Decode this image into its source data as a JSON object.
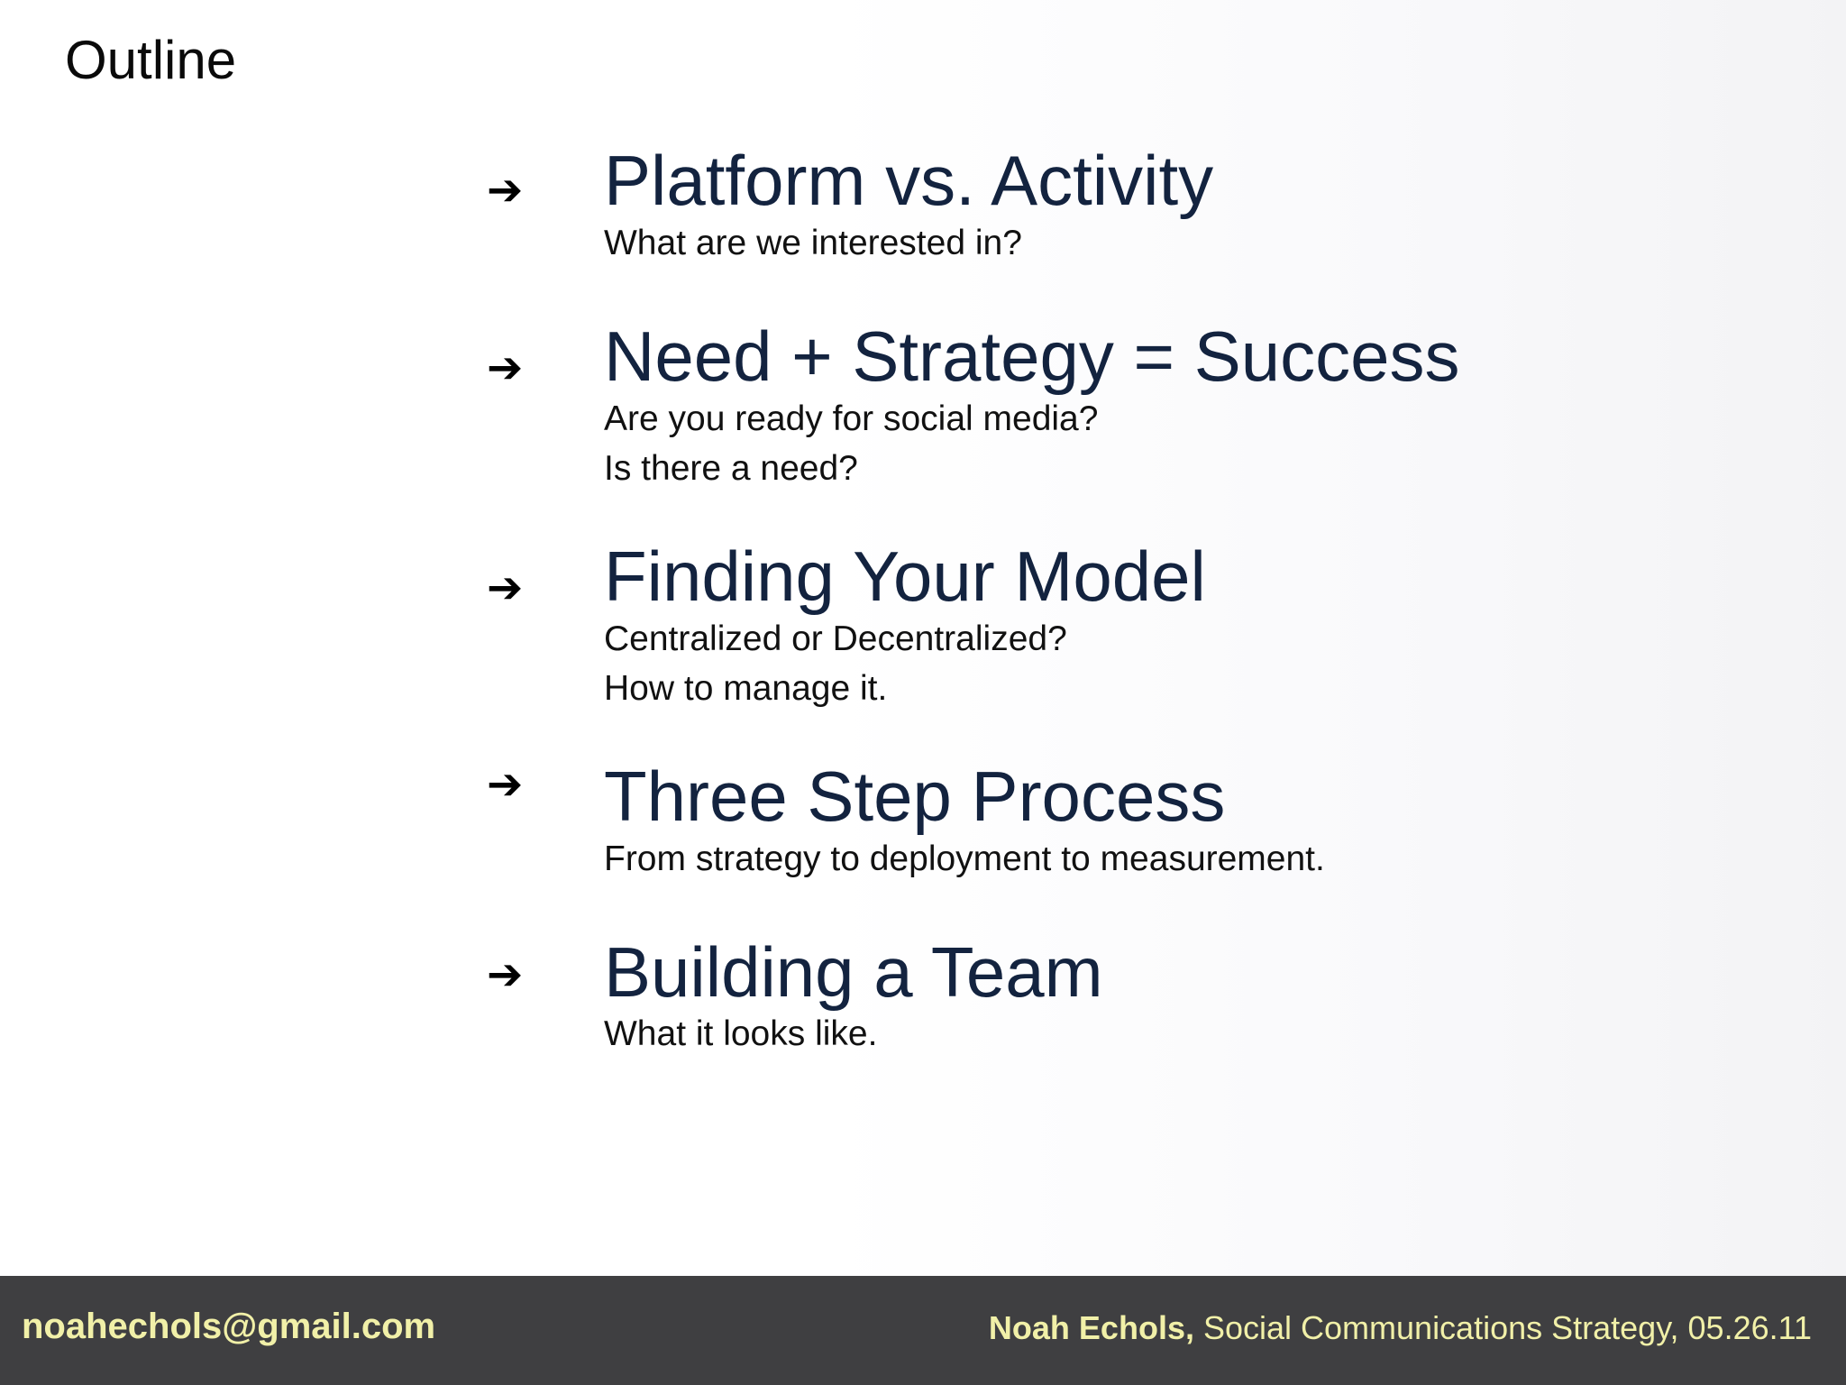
{
  "slide": {
    "title": "Outline",
    "arrow_glyph": "➔",
    "items": [
      {
        "heading": "Platform vs. Activity",
        "lines": [
          "What are we interested in?"
        ]
      },
      {
        "heading": "Need + Strategy = Success",
        "lines": [
          "Are you ready for social media?",
          "Is there a need?"
        ]
      },
      {
        "heading": "Finding Your Model",
        "lines": [
          "Centralized or Decentralized?",
          "How to manage it."
        ]
      },
      {
        "heading": "Three Step Process",
        "lines": [
          "From strategy to deployment to measurement."
        ]
      },
      {
        "heading": "Building a Team",
        "lines": [
          "What it looks like."
        ]
      }
    ]
  },
  "footer": {
    "email": "noahechols@gmail.com",
    "author": "Noah Echols,",
    "credit": " Social Communications Strategy, 05.26.11"
  },
  "colors": {
    "heading": "#13233f",
    "footer_bg": "#3f3f41",
    "footer_text": "#f1f0a8"
  }
}
